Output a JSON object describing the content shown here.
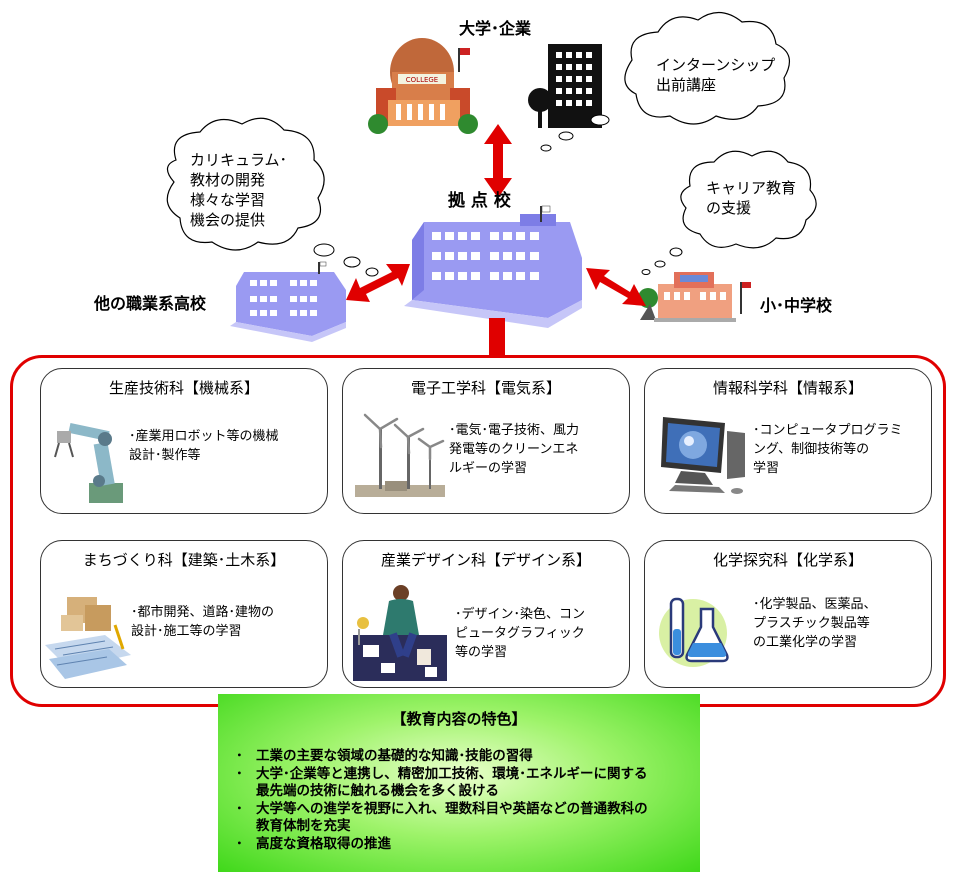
{
  "nodes": {
    "university": "大学･企業",
    "hub": "拠 点 校",
    "other_schools": "他の職業系高校",
    "elementary": "小･中学校"
  },
  "clouds": {
    "internship": [
      "インターンシップ",
      "出前講座"
    ],
    "curriculum": [
      "カリキュラム･",
      "教材の開発",
      "様々な学習",
      "機会の提供"
    ],
    "career": [
      "キャリア教育",
      "の支援"
    ]
  },
  "sign_text": "COLLEGE",
  "departments": [
    {
      "title": "生産技術科【機械系】",
      "desc": [
        "･産業用ロボット等の機械",
        "設計･製作等"
      ],
      "icon": "robot-arm-icon"
    },
    {
      "title": "電子工学科【電気系】",
      "desc": [
        "･電気･電子技術、風力",
        "発電等のクリーンエネ",
        "ルギーの学習"
      ],
      "icon": "wind-turbine-icon"
    },
    {
      "title": "情報科学科【情報系】",
      "desc": [
        "･コンピュータプログラミ",
        "ング、制御技術等の",
        "学習"
      ],
      "icon": "computer-monitor-icon"
    },
    {
      "title": "まちづくり科【建築･土木系】",
      "desc": [
        "･都市開発、道路･建物の",
        "設計･施工等の学習"
      ],
      "icon": "architecture-blueprint-icon"
    },
    {
      "title": "産業デザイン科【デザイン系】",
      "desc": [
        "･デザイン･染色、コン",
        "ピュータグラフィック",
        "等の学習"
      ],
      "icon": "designer-icon"
    },
    {
      "title": "化学探究科【化学系】",
      "desc": [
        "･化学製品、医薬品、",
        "プラスチック製品等",
        "の工業化学の学習"
      ],
      "icon": "chemistry-flask-icon"
    }
  ],
  "features": {
    "title": "【教育内容の特色】",
    "bullet": "･",
    "items": [
      [
        "工業の主要な領域の基礎的な知識･技能の習得"
      ],
      [
        "大学･企業等と連携し、精密加工技術、環境･エネルギーに関する",
        "最先端の技術に触れる機会を多く設ける"
      ],
      [
        "大学等への進学を視野に入れ、理数科目や英語などの普通教科の",
        "教育体制を充実"
      ],
      [
        "高度な資格取得の推進"
      ]
    ]
  },
  "colors": {
    "arrow_red": "#e00000",
    "building_blue": "#8c8cf0",
    "feature_green": "#3fd81a"
  }
}
